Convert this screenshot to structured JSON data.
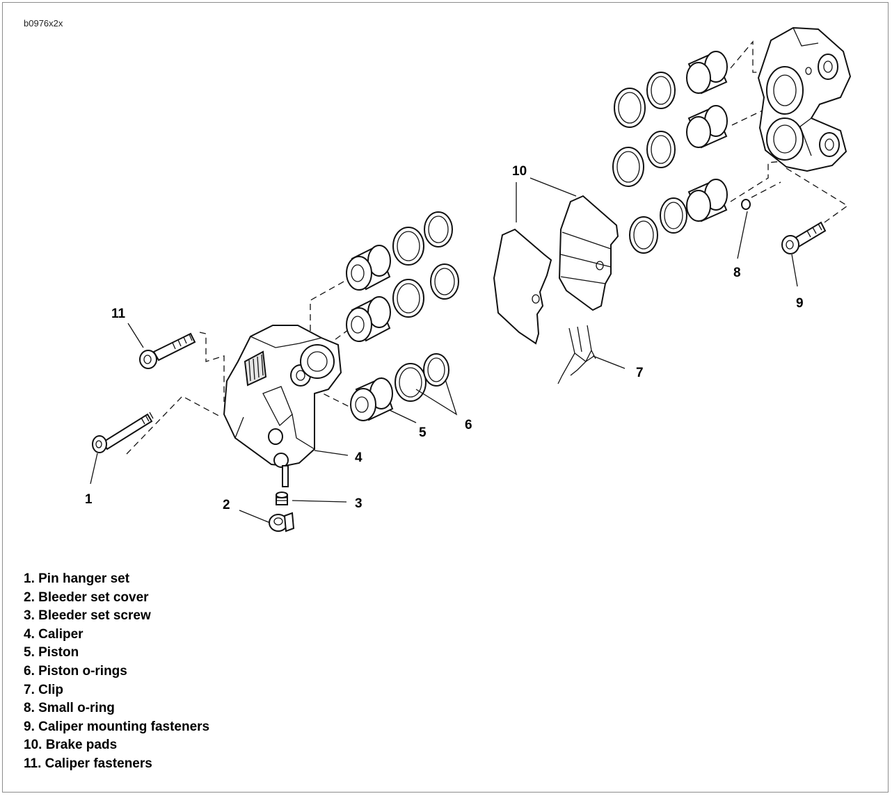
{
  "figure_id": "b0976x2x",
  "callouts": {
    "c1": "1",
    "c2": "2",
    "c3": "3",
    "c4": "4",
    "c5": "5",
    "c6": "6",
    "c7": "7",
    "c8": "8",
    "c9": "9",
    "c10": "10",
    "c11": "11"
  },
  "legend": [
    "1. Pin hanger set",
    "2. Bleeder set cover",
    "3. Bleeder set screw",
    "4. Caliper",
    "5. Piston",
    "6. Piston o-rings",
    "7. Clip",
    "8. Small o-ring",
    "9. Caliper mounting fasteners",
    "10. Brake pads",
    "11. Caliper fasteners"
  ]
}
